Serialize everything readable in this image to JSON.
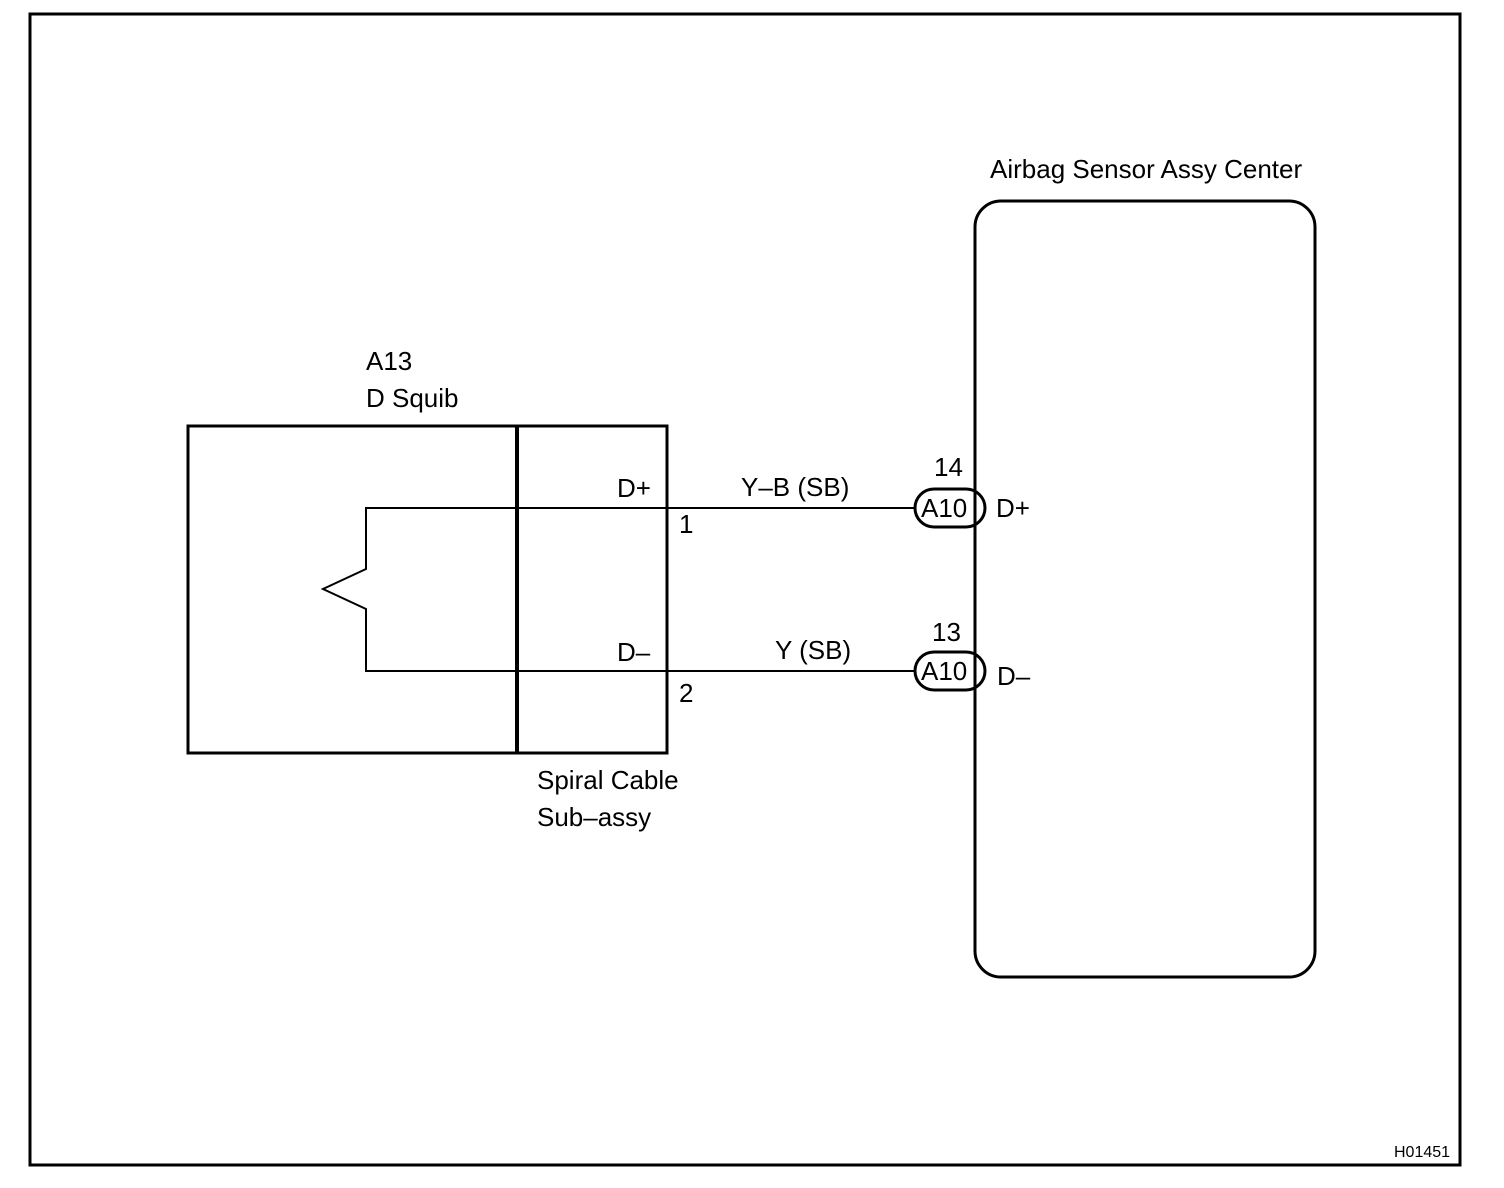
{
  "components": {
    "squib": {
      "code": "A13",
      "name": "D Squib"
    },
    "spiral_cable": {
      "line1": "Spiral Cable",
      "line2": "Sub–assy"
    },
    "airbag_sensor": {
      "name": "Airbag Sensor Assy Center"
    }
  },
  "terminals": {
    "squib_plus": {
      "label": "D+",
      "pin": "1"
    },
    "squib_minus": {
      "label": "D–",
      "pin": "2"
    }
  },
  "wires": {
    "upper": {
      "color_label": "Y–B (SB)"
    },
    "lower": {
      "color_label": "Y (SB)"
    }
  },
  "connectors": {
    "upper": {
      "code": "A10",
      "pin": "14",
      "terminal": "D+"
    },
    "lower": {
      "code": "A10",
      "pin": "13",
      "terminal": "D–"
    }
  },
  "figure_id": "H01451"
}
